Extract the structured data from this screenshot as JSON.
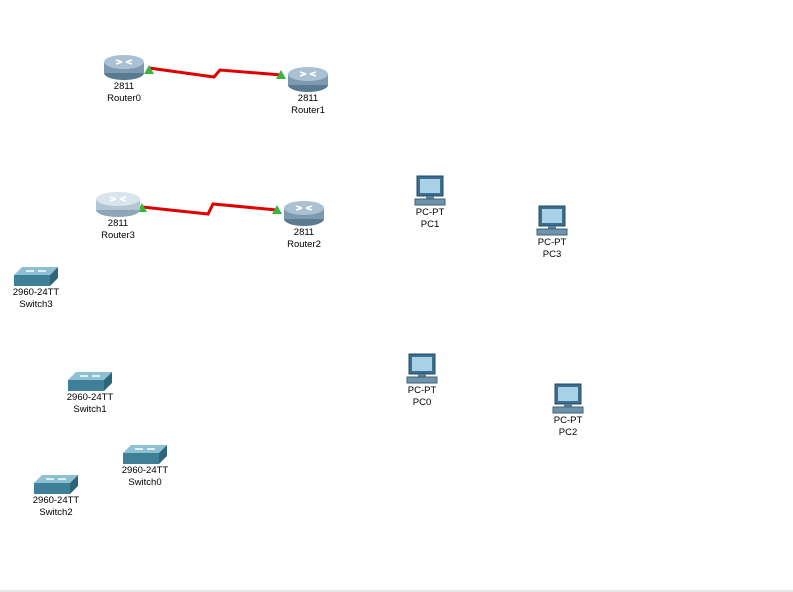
{
  "window": {
    "title": "Cisco Packet Tracer - Logical Workspace"
  },
  "devices": {
    "router0": {
      "model": "2811",
      "name": "Router0"
    },
    "router1": {
      "model": "2811",
      "name": "Router1"
    },
    "router3": {
      "model": "2811",
      "name": "Router3"
    },
    "router2": {
      "model": "2811",
      "name": "Router2"
    },
    "pc1": {
      "model": "PC-PT",
      "name": "PC1"
    },
    "pc3": {
      "model": "PC-PT",
      "name": "PC3"
    },
    "pc0": {
      "model": "PC-PT",
      "name": "PC0"
    },
    "pc2": {
      "model": "PC-PT",
      "name": "PC2"
    },
    "switch3": {
      "model": "2960-24TT",
      "name": "Switch3"
    },
    "switch1": {
      "model": "2960-24TT",
      "name": "Switch1"
    },
    "switch0": {
      "model": "2960-24TT",
      "name": "Switch0"
    },
    "switch2": {
      "model": "2960-24TT",
      "name": "Switch2"
    }
  },
  "links": [
    {
      "from": "Router0",
      "to": "Router1",
      "type": "serial-dce",
      "color": "#e00000",
      "status": "up"
    },
    {
      "from": "Router3",
      "to": "Router2",
      "type": "serial-dce",
      "color": "#e00000",
      "status": "up"
    }
  ],
  "colors": {
    "link": "#e00000",
    "link_status_up": "#3cb43c",
    "router_body": "#6f8fa6",
    "switch_body": "#4e8aa0",
    "pc_screen": "#2f6f9a"
  },
  "icons": {
    "router": "router-icon",
    "switch": "switch-icon",
    "pc": "pc-icon"
  }
}
